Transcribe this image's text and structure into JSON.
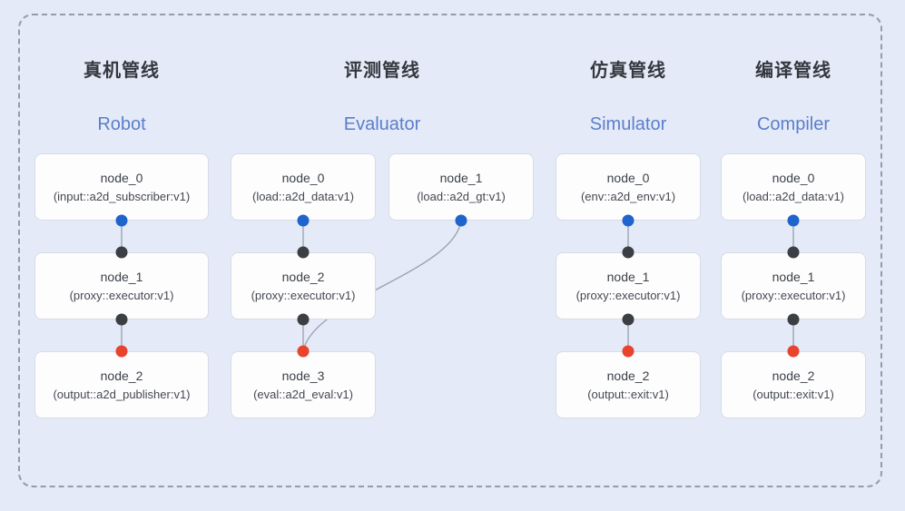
{
  "pipelines": [
    {
      "title_zh": "真机管线",
      "title_en": "Robot",
      "nodes": [
        {
          "name": "node_0",
          "type": "(input::a2d_subscriber:v1)"
        },
        {
          "name": "node_1",
          "type": "(proxy::executor:v1)"
        },
        {
          "name": "node_2",
          "type": "(output::a2d_publisher:v1)"
        }
      ]
    },
    {
      "title_zh": "评测管线",
      "title_en": "Evaluator",
      "nodes": [
        {
          "name": "node_0",
          "type": "(load::a2d_data:v1)"
        },
        {
          "name": "node_1",
          "type": "(load::a2d_gt:v1)"
        },
        {
          "name": "node_2",
          "type": "(proxy::executor:v1)"
        },
        {
          "name": "node_3",
          "type": "(eval::a2d_eval:v1)"
        }
      ]
    },
    {
      "title_zh": "仿真管线",
      "title_en": "Simulator",
      "nodes": [
        {
          "name": "node_0",
          "type": "(env::a2d_env:v1)"
        },
        {
          "name": "node_1",
          "type": "(proxy::executor:v1)"
        },
        {
          "name": "node_2",
          "type": "(output::exit:v1)"
        }
      ]
    },
    {
      "title_zh": "编译管线",
      "title_en": "Compiler",
      "nodes": [
        {
          "name": "node_0",
          "type": "(load::a2d_data:v1)"
        },
        {
          "name": "node_1",
          "type": "(proxy::executor:v1)"
        },
        {
          "name": "node_2",
          "type": "(output::exit:v1)"
        }
      ]
    }
  ],
  "colors": {
    "background": "#e4eaf7",
    "frame_dash": "#959ba7",
    "box_bg": "#fdfdfe",
    "box_border": "#d7dce5",
    "node_text": "#3c4147",
    "node_subtext": "#44484f",
    "title_zh": "#34383e",
    "title_en": "#5b7ecb",
    "dot_blue": "#1f63cc",
    "dot_black": "#3b3e43",
    "dot_red": "#e8432d",
    "connector": "#97a0ae"
  }
}
